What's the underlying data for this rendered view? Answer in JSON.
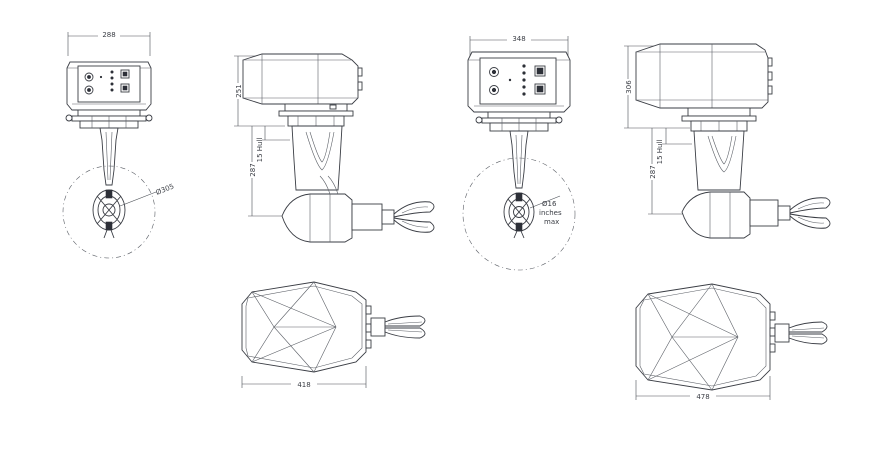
{
  "views": {
    "front_small": {
      "width_label": "288",
      "circle_label": "Ø305"
    },
    "side_small": {
      "height_label": "251",
      "hull_label": "15 Hull",
      "shaft_label": "287"
    },
    "front_large": {
      "width_label": "348",
      "circle_label_line1": "Ø16",
      "circle_label_line2": "inches",
      "circle_label_line3": "max"
    },
    "side_large": {
      "height_label": "306",
      "hull_label": "15 Hull",
      "shaft_label": "287"
    },
    "top_small": {
      "length_label": "418"
    },
    "top_large": {
      "length_label": "478"
    }
  },
  "colors": {
    "line": "#3a3d44",
    "background": "#ffffff"
  }
}
